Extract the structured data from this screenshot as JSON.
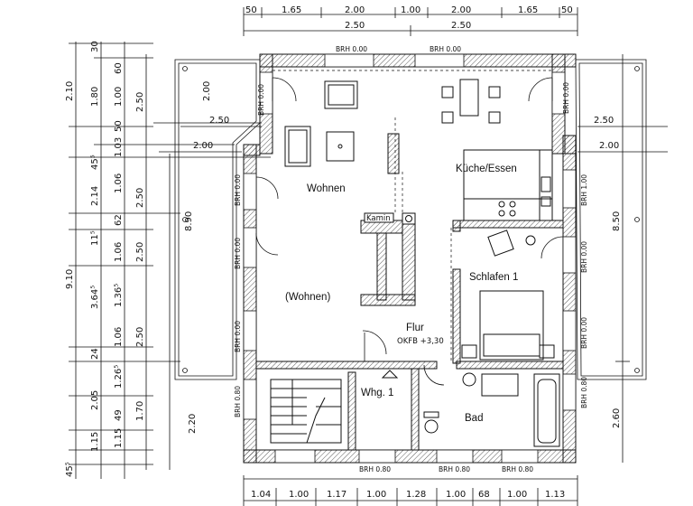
{
  "rooms": {
    "wohnen": "Wohnen",
    "wohnen2": "(Wohnen)",
    "kueche": "Küche/Essen",
    "schlafen": "Schlafen 1",
    "flur": "Flur",
    "okfb": "OKFB +3,30",
    "whg": "Whg. 1",
    "bad": "Bad",
    "kamin": "Kamin"
  },
  "brh": {
    "top1": "BRH 0.00",
    "top2": "BRH 0.00",
    "left1": "BRH 0.00",
    "left2": "BRH 0.00",
    "left3": "BRH 0.00",
    "left4": "BRH 0.00",
    "left5": "BRH 0.80",
    "right1": "BRH 0.00",
    "right2": "BRH 1.00",
    "right3": "BRH 0.00",
    "right4": "BRH 0.00",
    "right5": "BRH 0.80",
    "bottom1": "BRH 0.80",
    "bottom2": "BRH 0.80",
    "bottom3": "BRH 0.80"
  },
  "dims_top": {
    "row1": [
      "50",
      "1.65",
      "2.00",
      "1.00",
      "2.00",
      "1.65",
      "50"
    ],
    "row2": [
      "2.50",
      "2.50"
    ]
  },
  "dims_bottom": {
    "row1": [
      "1.04",
      "1.00",
      "1.17",
      "1.00",
      "1.28",
      "1.00",
      "68",
      "1.00",
      "1.13"
    ]
  },
  "dims_left": {
    "col_total": "9.10",
    "col_a": [
      "2.10",
      "45⁵",
      "2.14",
      "11⁵",
      "3.64⁵",
      "24",
      "2.05",
      "1.15",
      "45⁵"
    ],
    "col_b": [
      "30",
      "1.80",
      "50",
      "1.03",
      "1.06",
      "62",
      "1.06",
      "1.36⁵",
      "1.06",
      "1.26⁵",
      "49",
      "1.15"
    ],
    "col_c": [
      "60",
      "1.00",
      "2.50",
      "2.50",
      "2.50",
      "2.50",
      "1.70"
    ],
    "col_d": [
      "2.00",
      "8.90",
      "2.20"
    ]
  },
  "dims_right": [
    "8.50",
    "2.60"
  ],
  "dims_horizontal_side": {
    "left_250": "2.50",
    "left_200": "2.00",
    "right_250": "2.50",
    "right_200": "2.00"
  }
}
